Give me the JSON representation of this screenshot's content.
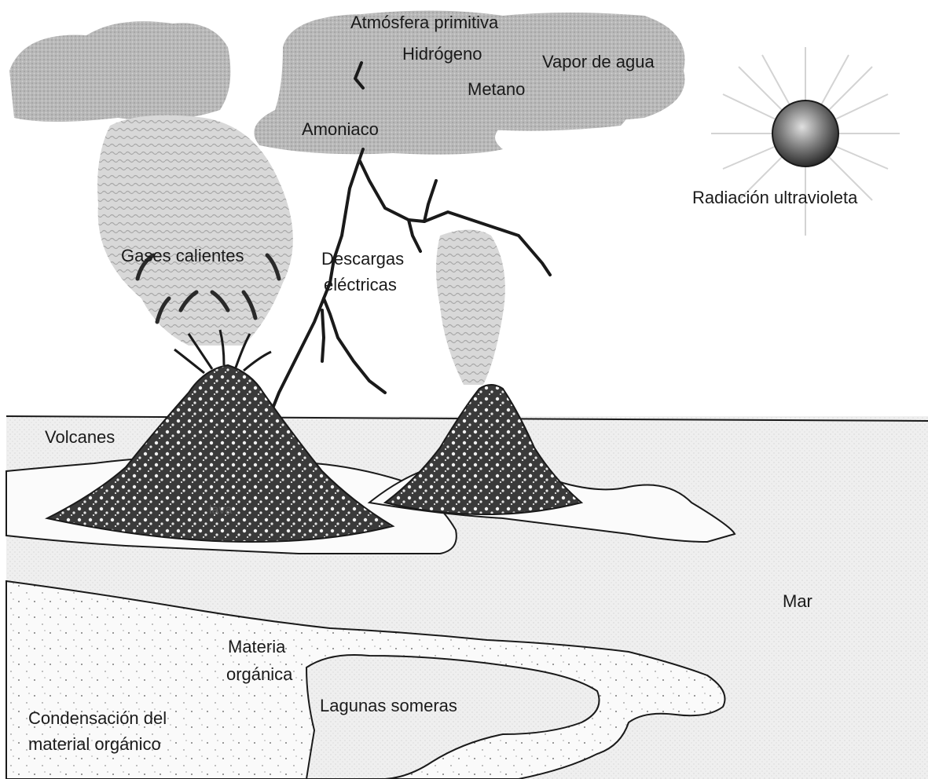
{
  "labels": {
    "atmosfera": "Atmósfera primitiva",
    "hidrogeno": "Hidrógeno",
    "vapor": "Vapor de agua",
    "metano": "Metano",
    "amoniaco": "Amoniaco",
    "radiacion": "Radiación ultravioleta",
    "gases": "Gases calientes",
    "descargas_1": "Descargas",
    "descargas_2": "eléctricas",
    "volcanes": "Volcanes",
    "lava": "lava",
    "mar": "Mar",
    "materia_1": "Materia",
    "materia_2": "orgánica",
    "lagunas": "Lagunas someras",
    "condensacion_1": "Condensación del",
    "condensacion_2": "material orgánico"
  },
  "colors": {
    "ink": "#1a1a1a",
    "cloud": "#b4b4b4",
    "sea": "#ededed",
    "land": "#f7f7f7",
    "sun": "#5a5a5a"
  }
}
